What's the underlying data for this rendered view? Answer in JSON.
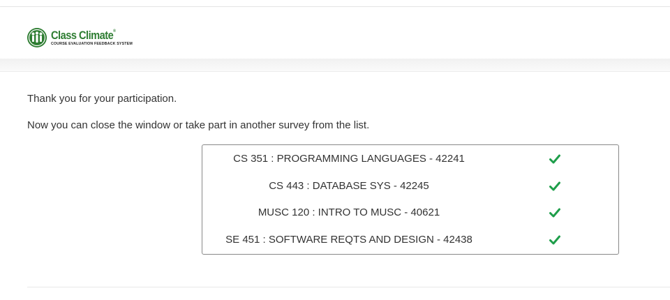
{
  "header": {
    "logo_title": "Class Climate",
    "logo_registered": "®",
    "logo_subtitle": "COURSE EVALUATION FEEDBACK SYSTEM",
    "brand_color": "#2e7d32"
  },
  "messages": {
    "thanks": "Thank you for your participation.",
    "next_step": "Now you can close the window or take part in another survey from the list."
  },
  "surveys": [
    {
      "label": "CS 351 : PROGRAMMING LANGUAGES - 42241",
      "completed": true,
      "icon": "check-icon"
    },
    {
      "label": "CS 443 : DATABASE SYS - 42245",
      "completed": true,
      "icon": "check-icon"
    },
    {
      "label": "MUSC 120 : INTRO TO MUSC - 40621",
      "completed": true,
      "icon": "check-icon"
    },
    {
      "label": "SE 451 : SOFTWARE REQTS AND DESIGN - 42438",
      "completed": true,
      "icon": "check-icon"
    }
  ],
  "colors": {
    "check": "#1e9e4a",
    "text": "#333333",
    "box_border": "#888888"
  }
}
